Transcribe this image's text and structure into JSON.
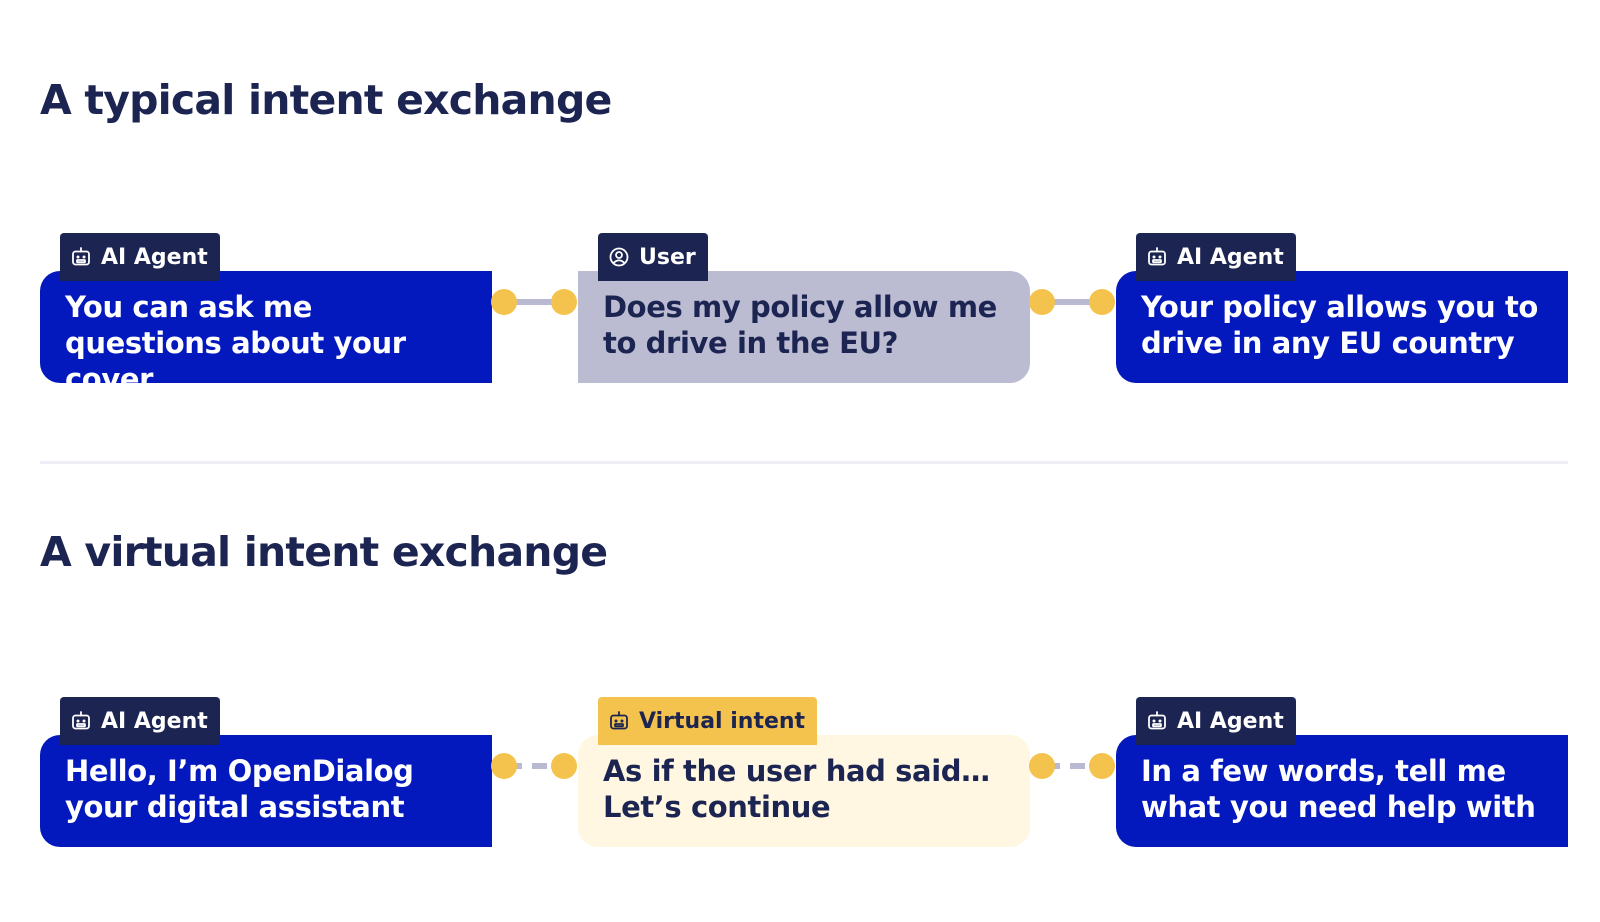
{
  "colors": {
    "navy": "#1c2451",
    "agent_blue": "#0318bd",
    "user_grey": "#bbbbd2",
    "virtual_cream": "#fff7e2",
    "accent_yellow": "#f4c34e",
    "connector_grey": "#b9bad2"
  },
  "typical": {
    "title": "A typical intent exchange",
    "connector_style": "solid",
    "nodes": [
      {
        "role": "agent",
        "tag": "AI Agent",
        "icon": "robot-icon",
        "text": "You can ask me questions about your cover"
      },
      {
        "role": "user",
        "tag": "User",
        "icon": "user-icon",
        "text": "Does my policy allow me to drive in the EU?"
      },
      {
        "role": "agent",
        "tag": "AI Agent",
        "icon": "robot-icon",
        "text": "Your policy allows you to drive in any EU country"
      }
    ]
  },
  "virtual": {
    "title": "A virtual intent exchange",
    "connector_style": "dashed",
    "nodes": [
      {
        "role": "agent",
        "tag": "AI Agent",
        "icon": "robot-icon",
        "text": "Hello, I’m OpenDialog your digital assistant"
      },
      {
        "role": "virtual",
        "tag": "Virtual intent",
        "icon": "robot-icon",
        "text": "As if the user had said… Let’s continue"
      },
      {
        "role": "agent",
        "tag": "AI Agent",
        "icon": "robot-icon",
        "text": "In a few words, tell me what you need help with"
      }
    ]
  }
}
